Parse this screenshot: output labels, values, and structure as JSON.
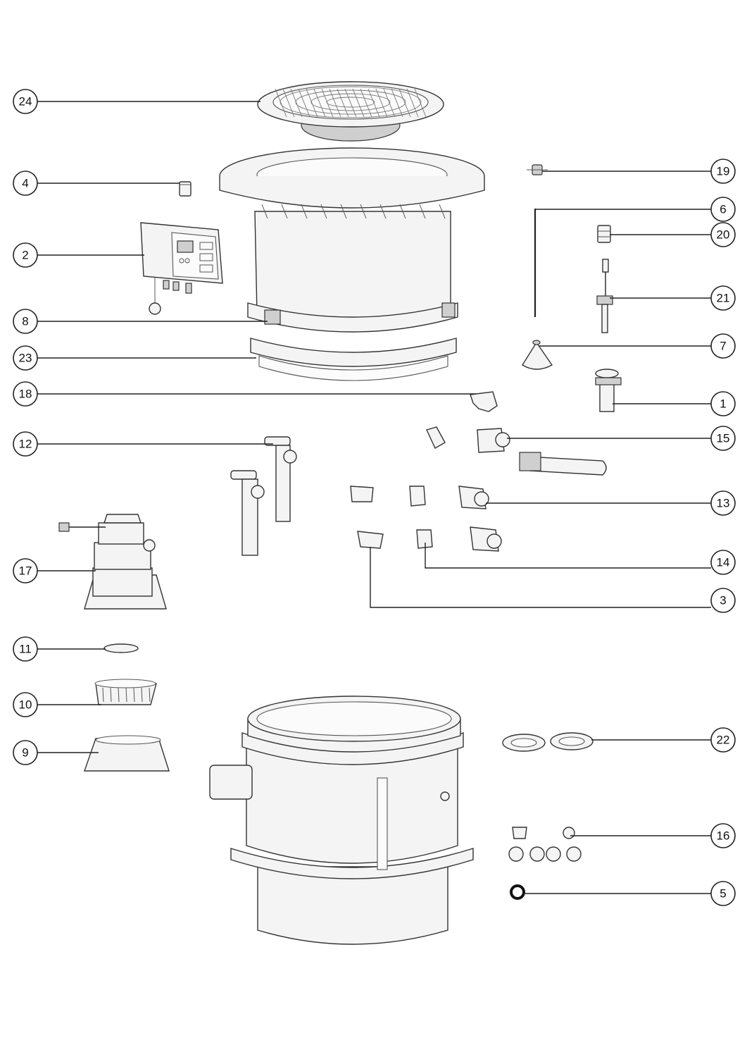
{
  "diagram": {
    "callouts": [
      {
        "id": "24",
        "label": "24"
      },
      {
        "id": "4",
        "label": "4"
      },
      {
        "id": "2",
        "label": "2"
      },
      {
        "id": "8",
        "label": "8"
      },
      {
        "id": "23",
        "label": "23"
      },
      {
        "id": "18",
        "label": "18"
      },
      {
        "id": "12",
        "label": "12"
      },
      {
        "id": "17",
        "label": "17"
      },
      {
        "id": "11",
        "label": "11"
      },
      {
        "id": "10",
        "label": "10"
      },
      {
        "id": "9",
        "label": "9"
      },
      {
        "id": "19",
        "label": "19"
      },
      {
        "id": "6",
        "label": "6"
      },
      {
        "id": "20",
        "label": "20"
      },
      {
        "id": "21",
        "label": "21"
      },
      {
        "id": "7",
        "label": "7"
      },
      {
        "id": "1",
        "label": "1"
      },
      {
        "id": "15",
        "label": "15"
      },
      {
        "id": "13",
        "label": "13"
      },
      {
        "id": "14",
        "label": "14"
      },
      {
        "id": "3",
        "label": "3"
      },
      {
        "id": "22",
        "label": "22"
      },
      {
        "id": "16",
        "label": "16"
      },
      {
        "id": "5",
        "label": "5"
      }
    ]
  }
}
